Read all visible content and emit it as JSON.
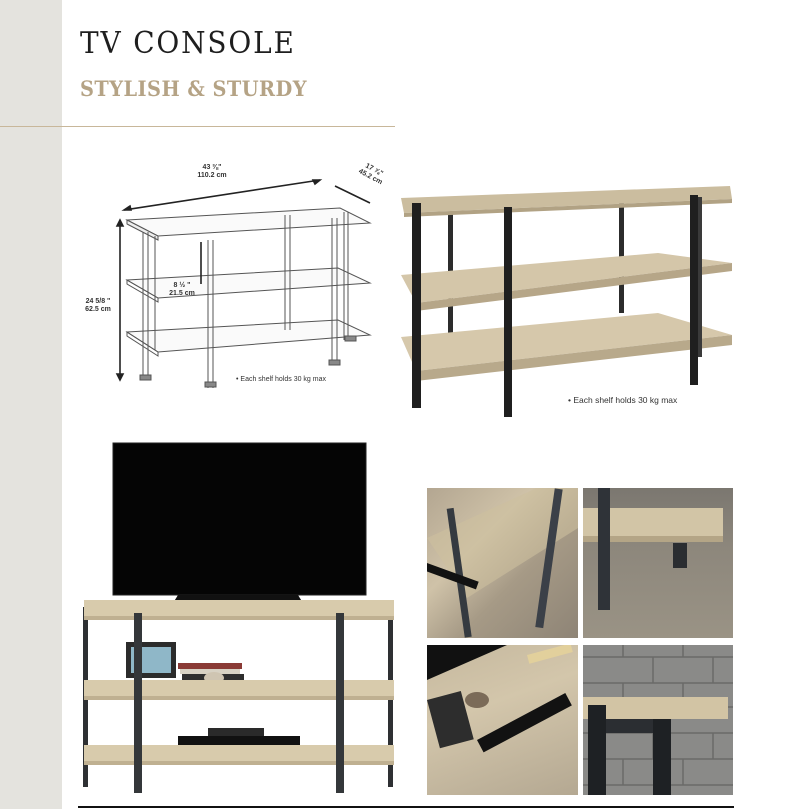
{
  "header": {
    "title": "TV CONSOLE",
    "subtitle": "STYLISH & STURDY"
  },
  "colors": {
    "sidebar": "#e4e3de",
    "title": "#1e1e1e",
    "subtitle_gold": "#b5a385",
    "rule_gold": "#c8b79a",
    "wood": "#d6c8ab",
    "metal": "#2a2a2a"
  },
  "drawing": {
    "width_in": "43 ⅜\"",
    "width_cm": "110.2 cm",
    "depth_in": "17 ⅞\"",
    "depth_cm": "45.2 cm",
    "height_in": "24 5/8 \"",
    "height_cm": "62.5 cm",
    "shelf_gap_in": "8 ½ \"",
    "shelf_gap_cm": "21.5 cm",
    "note": "•  Each shelf holds 30 kg max"
  },
  "product": {
    "note": "• Each shelf holds 30 kg max"
  },
  "images": {
    "drawing": "line-drawing-dimensions",
    "product": "product-photo-console",
    "lifestyle": "lifestyle-photo-tv-on-console",
    "details": [
      "detail-shelf-angle",
      "detail-leg-corner",
      "detail-shelf-items",
      "detail-brick-wall-corner"
    ]
  }
}
